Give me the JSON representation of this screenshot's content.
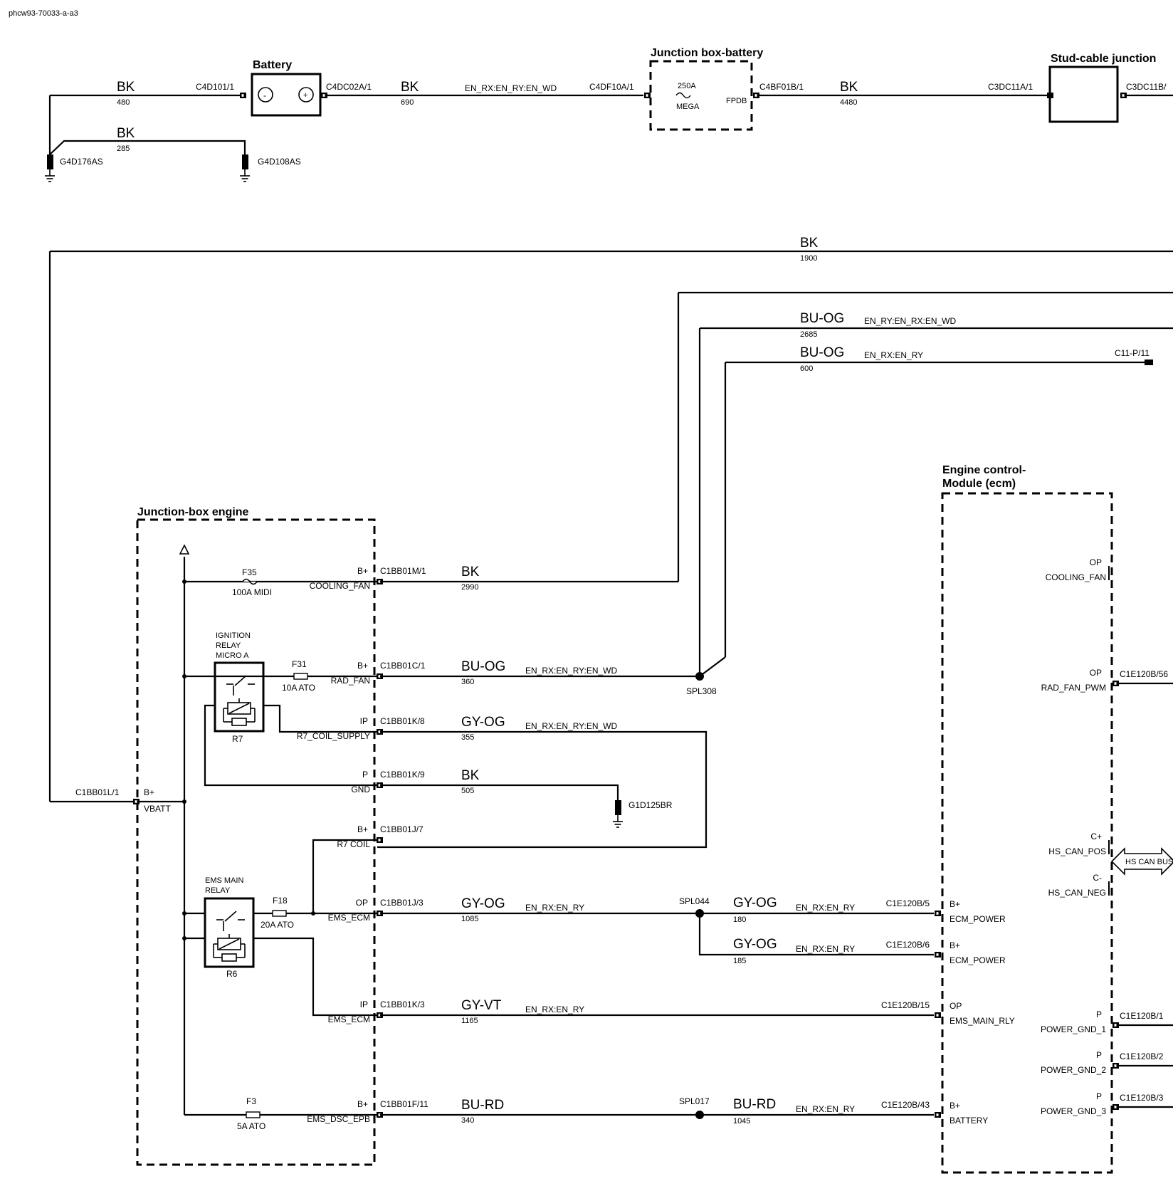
{
  "doc_id": "phcw93-70033-a-a3",
  "boxes": {
    "battery": "Battery",
    "jb_battery": "Junction box-battery",
    "stud_cable": "Stud-cable junction",
    "jb_engine": "Junction-box engine",
    "ecm_line1": "Engine control-",
    "ecm_line2": "Module (ecm)"
  },
  "top": {
    "w480_color": "BK",
    "w480_num": "480",
    "w285_color": "BK",
    "w285_num": "285",
    "w690_color": "BK",
    "w690_num": "690",
    "w690_opt": "EN_RX:EN_RY:EN_WD",
    "w4480_color": "BK",
    "w4480_num": "4480",
    "c_c4d101": "C4D101/1",
    "c_c4dc02a": "C4DC02A/1",
    "c_c4df10a": "C4DF10A/1",
    "c_c4bf01b": "C4BF01B/1",
    "c_c3dc11a": "C3DC11A/1",
    "c_c3dc11b": "C3DC11B/",
    "g_g4d176": "G4D176AS",
    "g_g4d108": "G4D108AS",
    "bat_neg": "-",
    "bat_pos": "+",
    "fuse_250a": "250A",
    "fuse_mega": "MEGA",
    "fpdb": "FPDB"
  },
  "bus": {
    "w1900_color": "BK",
    "w1900_num": "1900",
    "w2685_color": "BU-OG",
    "w2685_num": "2685",
    "w2685_opt": "EN_RY:EN_RX:EN_WD",
    "w600_color": "BU-OG",
    "w600_num": "600",
    "w600_opt": "EN_RX:EN_RY",
    "c11p11": "C11-P/11"
  },
  "jbe": {
    "f35": "F35",
    "f35_rating": "100A MIDI",
    "f31": "F31",
    "f31_rating": "10A ATO",
    "f18": "F18",
    "f18_rating": "20A ATO",
    "f3": "F3",
    "f3_rating": "5A ATO",
    "relay_ign_1": "IGNITION",
    "relay_ign_2": "RELAY",
    "relay_ign_3": "MICRO A",
    "relay_r7": "R7",
    "relay_ems_1": "EMS MAIN",
    "relay_ems_2": "RELAY",
    "relay_r6": "R6",
    "pins": [
      {
        "type": "B+",
        "name": "COOLING_FAN"
      },
      {
        "type": "B+",
        "name": "RAD_FAN"
      },
      {
        "type": "IP",
        "name": "R7_COIL_SUPPLY"
      },
      {
        "type": "P",
        "name": "GND"
      },
      {
        "type": "B+",
        "name": "R7 COIL"
      },
      {
        "type": "OP",
        "name": "EMS_ECM"
      },
      {
        "type": "IP",
        "name": "EMS_ECM"
      },
      {
        "type": "B+",
        "name": "EMS_DSC_EPB"
      }
    ],
    "vbatt_type": "B+",
    "vbatt_name": "VBATT",
    "vbatt_conn": "C1BB01L/1"
  },
  "wires": [
    {
      "conn": "C1BB01M/1",
      "color": "BK",
      "num": "2990",
      "opt": ""
    },
    {
      "conn": "C1BB01C/1",
      "color": "BU-OG",
      "num": "360",
      "opt": "EN_RX:EN_RY:EN_WD"
    },
    {
      "conn": "C1BB01K/8",
      "color": "GY-OG",
      "num": "355",
      "opt": "EN_RX:EN_RY:EN_WD"
    },
    {
      "conn": "C1BB01K/9",
      "color": "BK",
      "num": "505",
      "opt": ""
    },
    {
      "conn": "C1BB01J/7",
      "color": "",
      "num": "",
      "opt": ""
    },
    {
      "conn": "C1BB01J/3",
      "color": "GY-OG",
      "num": "1085",
      "opt": "EN_RX:EN_RY"
    },
    {
      "conn": "C1BB01K/3",
      "color": "GY-VT",
      "num": "1165",
      "opt": "EN_RX:EN_RY"
    },
    {
      "conn": "C1BB01F/11",
      "color": "BU-RD",
      "num": "340",
      "opt": ""
    }
  ],
  "splices": {
    "spl308": "SPL308",
    "spl044": "SPL044",
    "spl017": "SPL017",
    "g1d125": "G1D125BR"
  },
  "ecm_wires": [
    {
      "color": "GY-OG",
      "num": "180",
      "opt": "EN_RX:EN_RY",
      "conn": "C1E120B/5"
    },
    {
      "color": "GY-OG",
      "num": "185",
      "opt": "EN_RX:EN_RY",
      "conn": "C1E120B/6"
    },
    {
      "color": "",
      "num": "",
      "opt": "",
      "conn": "C1E120B/15"
    },
    {
      "color": "BU-RD",
      "num": "1045",
      "opt": "EN_RX:EN_RY",
      "conn": "C1E120B/43"
    }
  ],
  "ecm_left_pins": [
    {
      "type": "B+",
      "name": "ECM_POWER"
    },
    {
      "type": "B+",
      "name": "ECM_POWER"
    },
    {
      "type": "OP",
      "name": "EMS_MAIN_RLY"
    },
    {
      "type": "B+",
      "name": "BATTERY"
    }
  ],
  "ecm_right_pins": [
    {
      "type": "OP",
      "name": "COOLING_FAN",
      "conn": ""
    },
    {
      "type": "OP",
      "name": "RAD_FAN_PWM",
      "conn": "C1E120B/56"
    },
    {
      "type": "C+",
      "name": "HS_CAN_POS",
      "conn": ""
    },
    {
      "type": "C-",
      "name": "HS_CAN_NEG",
      "conn": ""
    },
    {
      "type": "P",
      "name": "POWER_GND_1",
      "conn": "C1E120B/1"
    },
    {
      "type": "P",
      "name": "POWER_GND_2",
      "conn": "C1E120B/2"
    },
    {
      "type": "P",
      "name": "POWER_GND_3",
      "conn": "C1E120B/3"
    }
  ],
  "hs_can_bus": "HS CAN BUS"
}
